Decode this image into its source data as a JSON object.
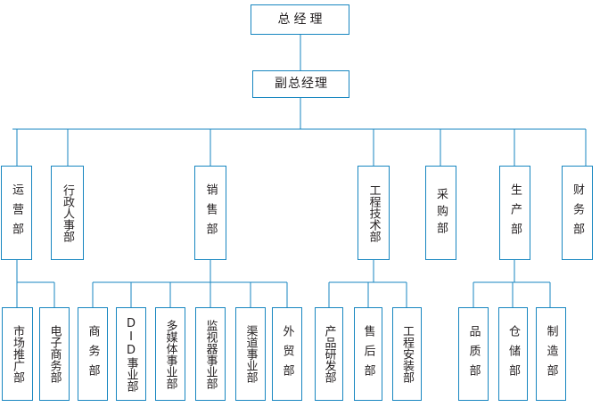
{
  "chart_data": {
    "type": "diagram",
    "diagram_kind": "organizational-chart",
    "title": "",
    "orientation": "top-down",
    "box_border_color": "#1786c0",
    "connector_color": "#1786c0",
    "text_color": "#231f20",
    "background_color": "#ffffff",
    "levels": 4,
    "node_count": 24
  },
  "nodes": {
    "n0": {
      "label": "总经理",
      "level": 1
    },
    "n1": {
      "label": "副总经理",
      "level": 2
    },
    "n2": {
      "label": "运营部",
      "level": 3
    },
    "n3": {
      "label": "行政人事部",
      "level": 3
    },
    "n4": {
      "label": "销售部",
      "level": 3
    },
    "n5": {
      "label": "工程技术部",
      "level": 3
    },
    "n6": {
      "label": "采购部",
      "level": 3
    },
    "n7": {
      "label": "生产部",
      "level": 3
    },
    "n8": {
      "label": "财务部",
      "level": 3
    },
    "n9": {
      "label": "市场推广部",
      "level": 4
    },
    "n10": {
      "label": "电子商务部",
      "level": 4
    },
    "n11": {
      "label": "商务部",
      "level": 4
    },
    "n12": {
      "label": "DID事业部",
      "level": 4
    },
    "n13": {
      "label": "多媒体事业部",
      "level": 4
    },
    "n14": {
      "label": "监视器事业部",
      "level": 4
    },
    "n15": {
      "label": "渠道事业部",
      "level": 4
    },
    "n16": {
      "label": "外贸部",
      "level": 4
    },
    "n17": {
      "label": "产品研发部",
      "level": 4
    },
    "n18": {
      "label": "售后部",
      "level": 4
    },
    "n19": {
      "label": "工程安装部",
      "level": 4
    },
    "n20": {
      "label": "品质部",
      "level": 4
    },
    "n21": {
      "label": "仓储部",
      "level": 4
    },
    "n22": {
      "label": "制造部",
      "level": 4
    }
  },
  "edges": [
    {
      "from": "n0",
      "to": "n1"
    },
    {
      "from": "n1",
      "to": "n2"
    },
    {
      "from": "n1",
      "to": "n3"
    },
    {
      "from": "n1",
      "to": "n4"
    },
    {
      "from": "n1",
      "to": "n5"
    },
    {
      "from": "n1",
      "to": "n6"
    },
    {
      "from": "n1",
      "to": "n7"
    },
    {
      "from": "n1",
      "to": "n8"
    },
    {
      "from": "n2",
      "to": "n9"
    },
    {
      "from": "n2",
      "to": "n10"
    },
    {
      "from": "n4",
      "to": "n11"
    },
    {
      "from": "n4",
      "to": "n12"
    },
    {
      "from": "n4",
      "to": "n13"
    },
    {
      "from": "n4",
      "to": "n14"
    },
    {
      "from": "n4",
      "to": "n15"
    },
    {
      "from": "n4",
      "to": "n16"
    },
    {
      "from": "n5",
      "to": "n17"
    },
    {
      "from": "n5",
      "to": "n18"
    },
    {
      "from": "n5",
      "to": "n19"
    },
    {
      "from": "n7",
      "to": "n20"
    },
    {
      "from": "n7",
      "to": "n21"
    },
    {
      "from": "n7",
      "to": "n22"
    }
  ]
}
